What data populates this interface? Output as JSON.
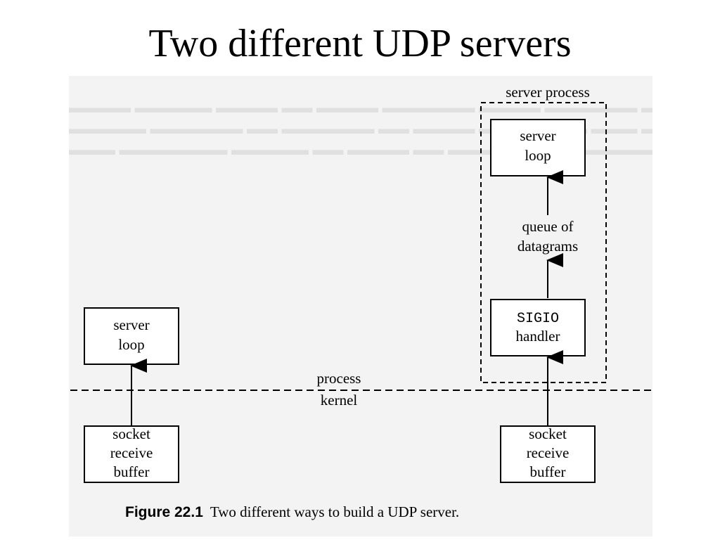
{
  "slide": {
    "title": "Two different UDP servers"
  },
  "figure": {
    "number": "Figure 22.1",
    "caption": "Two different ways to build a UDP server."
  },
  "diagram": {
    "left_server": {
      "server_loop": [
        "server",
        "loop"
      ],
      "socket_buffer": [
        "socket",
        "receive",
        "buffer"
      ]
    },
    "right_server": {
      "container_label": "server process",
      "server_loop": [
        "server",
        "loop"
      ],
      "queue": [
        "queue of",
        "datagrams"
      ],
      "handler": [
        "SIGIO",
        "handler"
      ],
      "socket_buffer": [
        "socket",
        "receive",
        "buffer"
      ]
    },
    "boundary": {
      "upper": "process",
      "lower": "kernel"
    }
  }
}
